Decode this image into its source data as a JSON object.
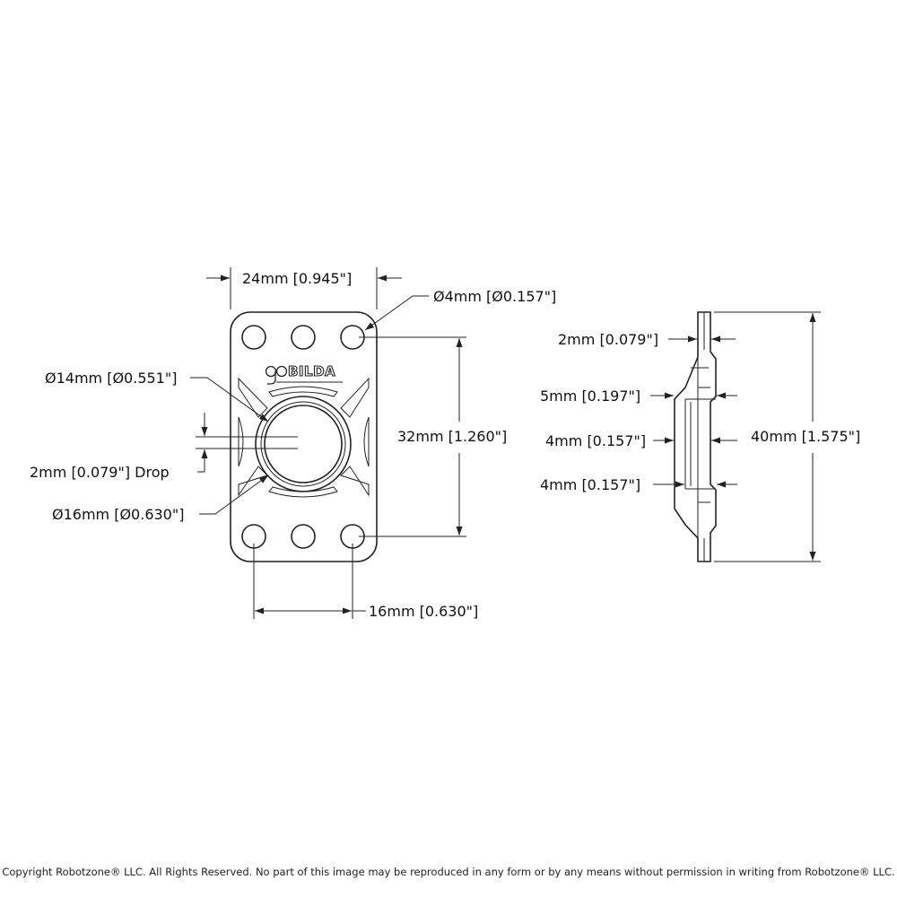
{
  "front_view": {
    "width_label": "24mm [0.945\"]",
    "hole_diameter_label": "Ø4mm [Ø0.157\"]",
    "inner_bore_label": "Ø14mm [Ø0.551\"]",
    "drop_label": "2mm [0.079\"] Drop",
    "outer_bore_label": "Ø16mm [Ø0.630\"]",
    "hole_spacing_vertical_label": "32mm [1.260\"]",
    "hole_spacing_horizontal_label": "16mm [0.630\"]",
    "logo_text": "BILDA"
  },
  "side_view": {
    "flange_thickness_label": "2mm [0.079\"]",
    "step_depth_label": "5mm [0.197\"]",
    "boss_label_upper": "4mm [0.157\"]",
    "boss_label_lower": "4mm [0.157\"]",
    "overall_height_label": "40mm [1.575\"]"
  },
  "footer": {
    "copyright": "Copyright Robotzone® LLC.  All Rights Reserved. No part of this image may be reproduced in any form or by any means without permission in writing from Robotzone® LLC."
  }
}
